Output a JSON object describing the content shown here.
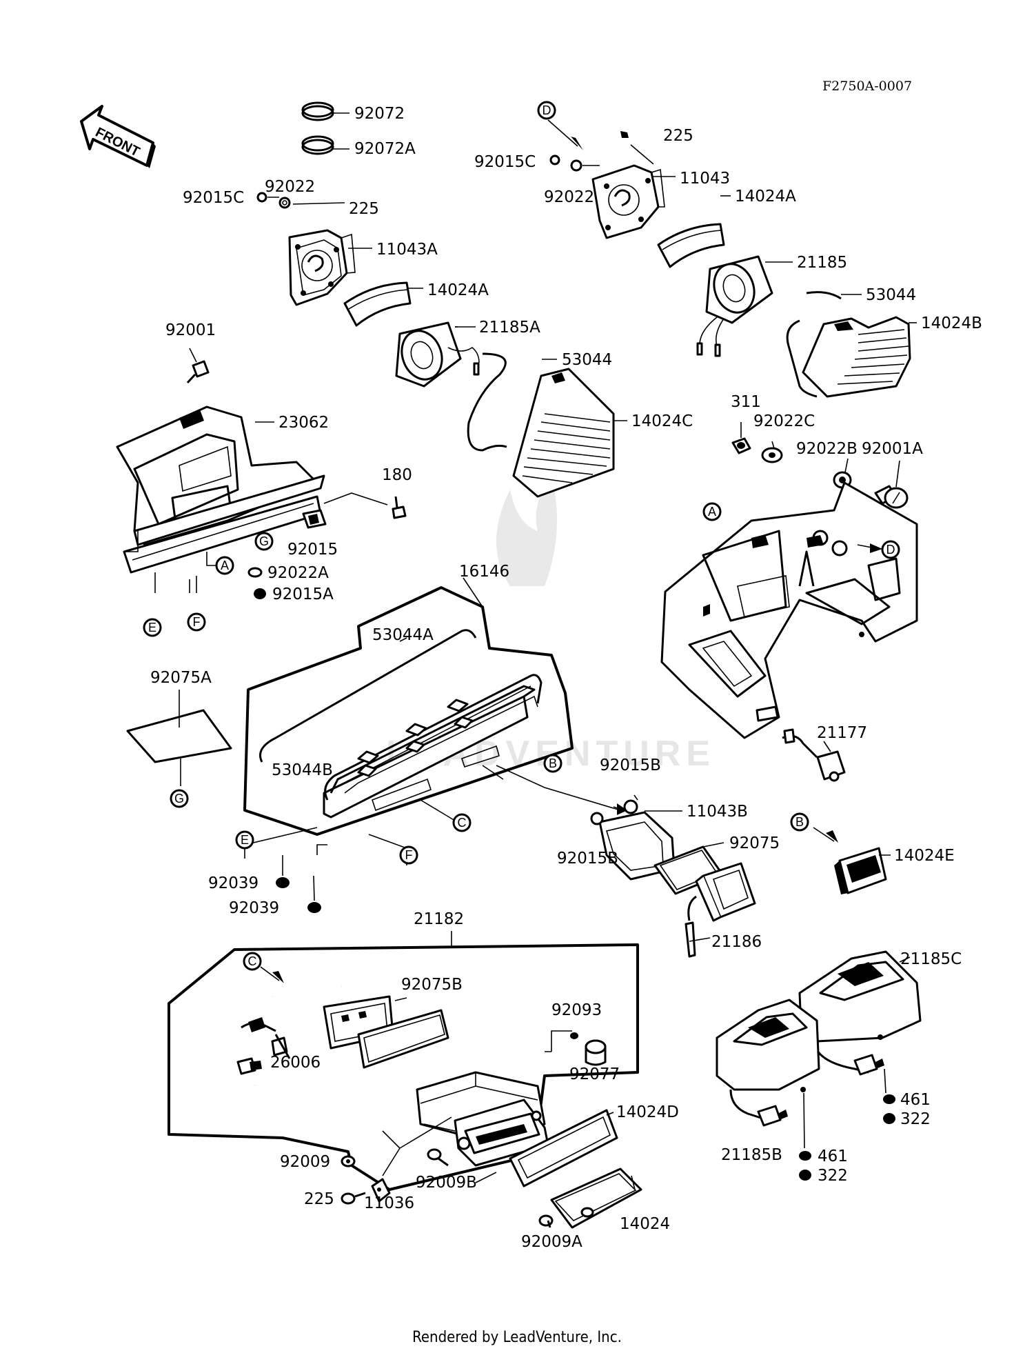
{
  "diagram": {
    "code": "F2750A-0007",
    "footer": "Rendered by LeadVenture, Inc.",
    "front_label": "FRONT",
    "watermark": "LEADVENTURE",
    "callouts": {
      "c92072": "92072",
      "c92072A": "92072A",
      "c92022_l": "92022",
      "c225_l": "225",
      "c92015C_l": "92015C",
      "c11043A": "11043A",
      "c14024A_l": "14024A",
      "c21185A": "21185A",
      "c53044_l": "53044",
      "c14024C": "14024C",
      "c92001": "92001",
      "c23062": "23062",
      "c180": "180",
      "c92015": "92015",
      "c92022A": "92022A",
      "c92015A": "92015A",
      "c225_r": "225",
      "c92015C_r": "92015C",
      "c11043": "11043",
      "c92022_r": "92022",
      "c14024A_r": "14024A",
      "c21185": "21185",
      "c53044_r": "53044",
      "c14024B": "14024B",
      "c311": "311",
      "c92022C": "92022C",
      "c92022B": "92022B",
      "c92001A": "92001A",
      "c16146": "16146",
      "c53044A": "53044A",
      "c92075A": "92075A",
      "c53044B": "53044B",
      "c92015B_t": "92015B",
      "c11043B": "11043B",
      "c92075": "92075",
      "c92015B_b": "92015B",
      "c21177": "21177",
      "c14024E": "14024E",
      "c92039_a": "92039",
      "c92039_b": "92039",
      "c21186": "21186",
      "c21182": "21182",
      "c92075B": "92075B",
      "c92093": "92093",
      "c26006": "26006",
      "c92077": "92077",
      "c14024D": "14024D",
      "c92009": "92009",
      "c92009B": "92009B",
      "c225_b": "225",
      "c11036": "11036",
      "c92009A": "92009A",
      "c14024": "14024",
      "c21185C": "21185C",
      "c461_a": "461",
      "c322_a": "322",
      "c21185B": "21185B",
      "c461_b": "461",
      "c322_b": "322"
    },
    "refs": {
      "A": "A",
      "B": "B",
      "C": "C",
      "D": "D",
      "E": "E",
      "F": "F",
      "G": "G"
    }
  }
}
